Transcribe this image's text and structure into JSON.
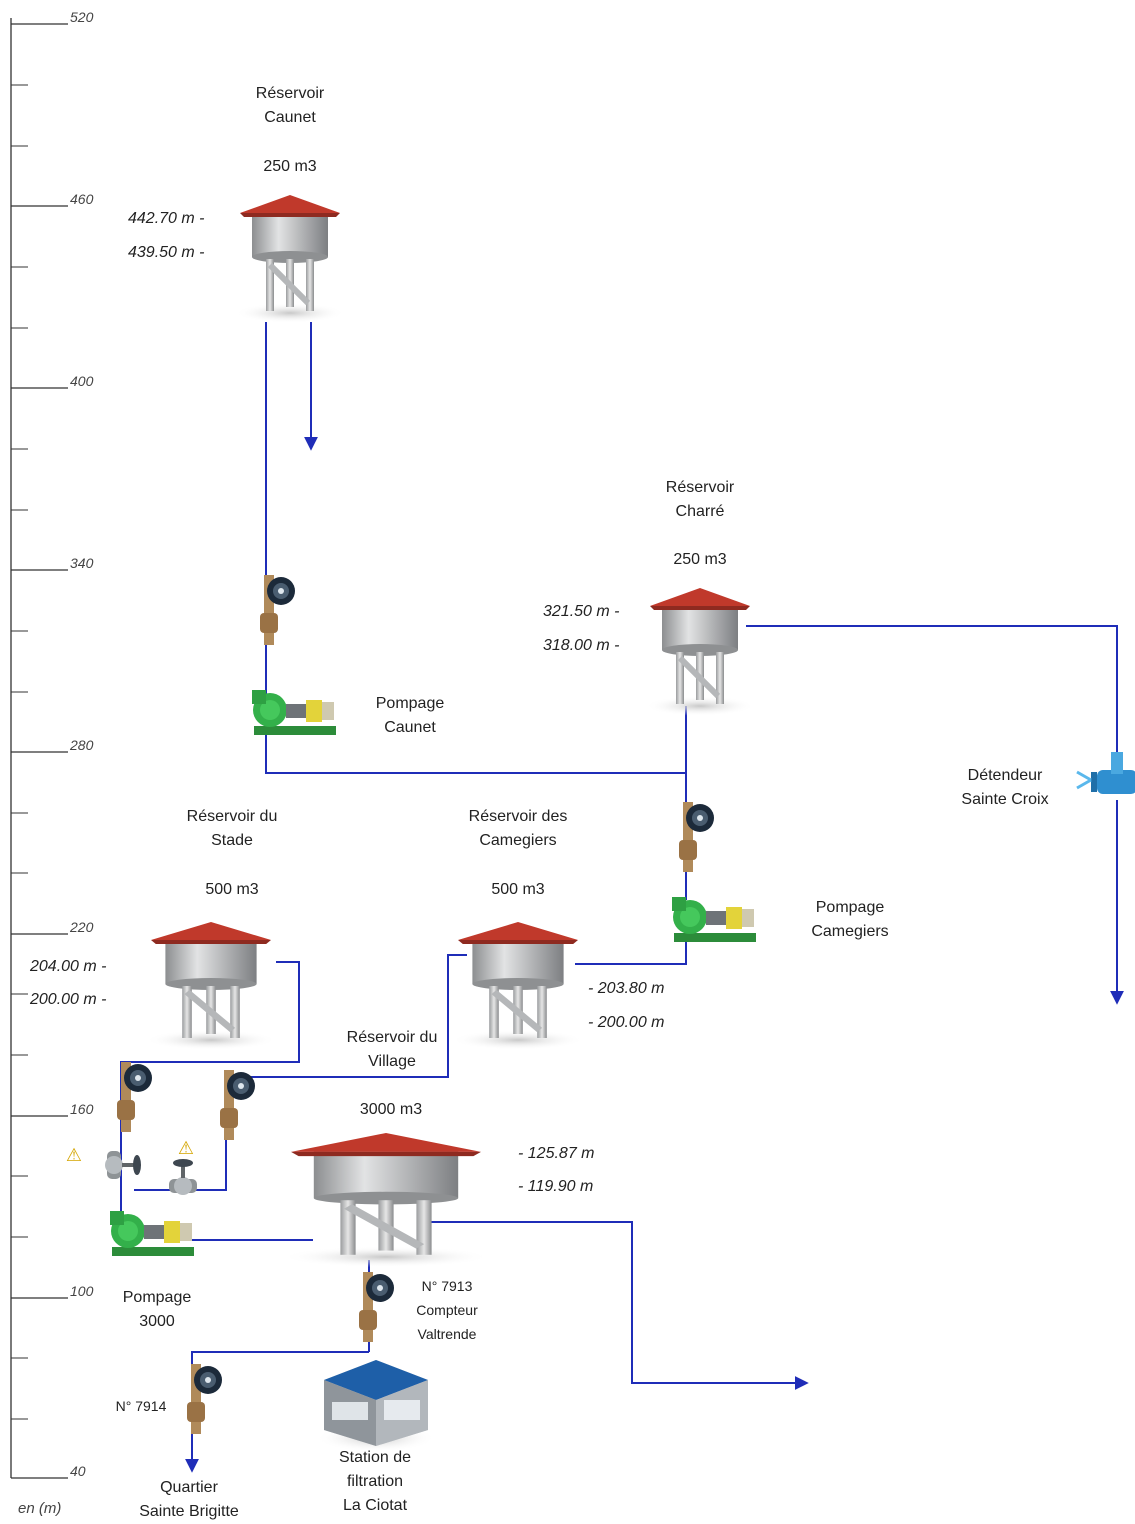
{
  "axis": {
    "ticks": [
      "520",
      "460",
      "400",
      "340",
      "280",
      "220",
      "160",
      "100",
      "40"
    ],
    "unit_label": "en (m)"
  },
  "reservoirs": {
    "caunet": {
      "name_line1": "Réservoir",
      "name_line2": "Caunet",
      "volume": "250 m3",
      "level_high": "442.70 m -",
      "level_low": "439.50 m -"
    },
    "charre": {
      "name_line1": "Réservoir",
      "name_line2": "Charré",
      "volume": "250 m3",
      "level_high": "321.50 m -",
      "level_low": "318.00 m -"
    },
    "stade": {
      "name_line1": "Réservoir du",
      "name_line2": "Stade",
      "volume": "500 m3",
      "level_high": "204.00 m -",
      "level_low": "200.00 m -"
    },
    "camegiers": {
      "name_line1": "Réservoir des",
      "name_line2": "Camegiers",
      "volume": "500 m3",
      "level_high": "- 203.80 m",
      "level_low": "- 200.00 m"
    },
    "village": {
      "name_line1": "Réservoir du",
      "name_line2": "Village",
      "volume": "3000 m3",
      "level_high": "- 125.87 m",
      "level_low": "- 119.90 m"
    }
  },
  "pumps": {
    "caunet": {
      "line1": "Pompage",
      "line2": "Caunet"
    },
    "camegiers": {
      "line1": "Pompage",
      "line2": "Camegiers"
    },
    "p3000": {
      "line1": "Pompage",
      "line2": "3000"
    }
  },
  "valve": {
    "line1": "Détendeur",
    "line2": "Sainte Croix"
  },
  "meters": {
    "m7913": {
      "line1": "N° 7913",
      "line2": "Compteur",
      "line3": "Valtrende"
    },
    "m7914": {
      "label": "N° 7914"
    }
  },
  "destinations": {
    "brigitte": {
      "line1": "Quartier",
      "line2": "Sainte Brigitte"
    }
  },
  "station": {
    "line1": "Station de",
    "line2": "filtration",
    "line3": "La Ciotat"
  },
  "warning_glyph": "⚠",
  "colors": {
    "pipe": "#1f2db8",
    "roof": "#c0392b",
    "tank": "#a9abad",
    "pump": "#2ea043",
    "meter": "#1c2a3a"
  }
}
